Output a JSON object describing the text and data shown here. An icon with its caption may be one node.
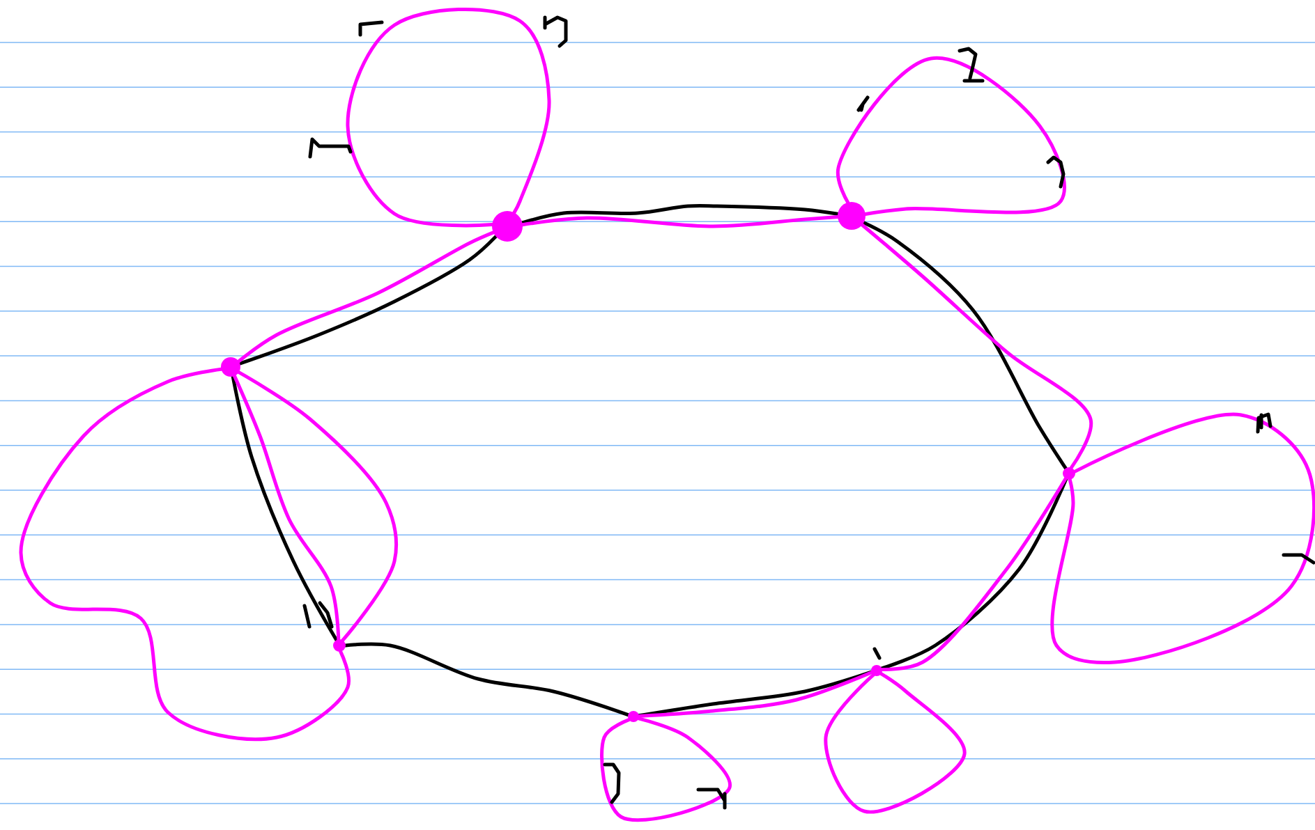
{
  "diagram": {
    "nodes": [
      {
        "text": [],
        "shape": "circle"
      },
      {
        "text": [],
        "shape": "circle"
      },
      {
        "text": [],
        "shape": "circle"
      },
      {
        "text": [],
        "shape": "circle"
      },
      {
        "text": [],
        "shape": "circle"
      },
      {
        "text": [],
        "shape": "circle"
      },
      {
        "text": [],
        "shape": "circle"
      }
    ],
    "edges": [
      {
        "from": 0,
        "to": 1,
        "arrow": "none",
        "color": "#000000"
      },
      {
        "from": 1,
        "to": 3,
        "arrow": "none",
        "color": "#000000"
      },
      {
        "from": 3,
        "to": 6,
        "arrow": "none",
        "color": "#000000"
      },
      {
        "from": 6,
        "to": 5,
        "arrow": "none",
        "color": "#000000"
      },
      {
        "from": 5,
        "to": 4,
        "arrow": "none",
        "color": "#000000"
      },
      {
        "from": 4,
        "to": 2,
        "arrow": "none",
        "color": "#000000"
      },
      {
        "from": 2,
        "to": 0,
        "arrow": "none",
        "color": "#000000"
      },
      {
        "from": 0,
        "to": 2,
        "arrow": "none"
      },
      {
        "from": 0,
        "to": 1,
        "arrow": "none"
      },
      {
        "from": 1,
        "to": 3,
        "arrow": "none"
      },
      {
        "from": 3,
        "to": 6,
        "arrow": "none"
      },
      {
        "from": 6,
        "to": 5,
        "arrow": "none"
      },
      {
        "from": 2,
        "to": 4,
        "arrow": "none"
      },
      {
        "from": 2,
        "to": 4,
        "arrow": "none"
      },
      {
        "from": 2,
        "to": 4,
        "arrow": "none"
      },
      {
        "from": 0,
        "to": 0,
        "arrow": "none"
      },
      {
        "from": 1,
        "to": 1,
        "arrow": "none"
      },
      {
        "from": 3,
        "to": 3,
        "arrow": "none"
      },
      {
        "from": 5,
        "to": 5,
        "arrow": "none"
      },
      {
        "from": 6,
        "to": 6,
        "arrow": "none"
      }
    ]
  }
}
